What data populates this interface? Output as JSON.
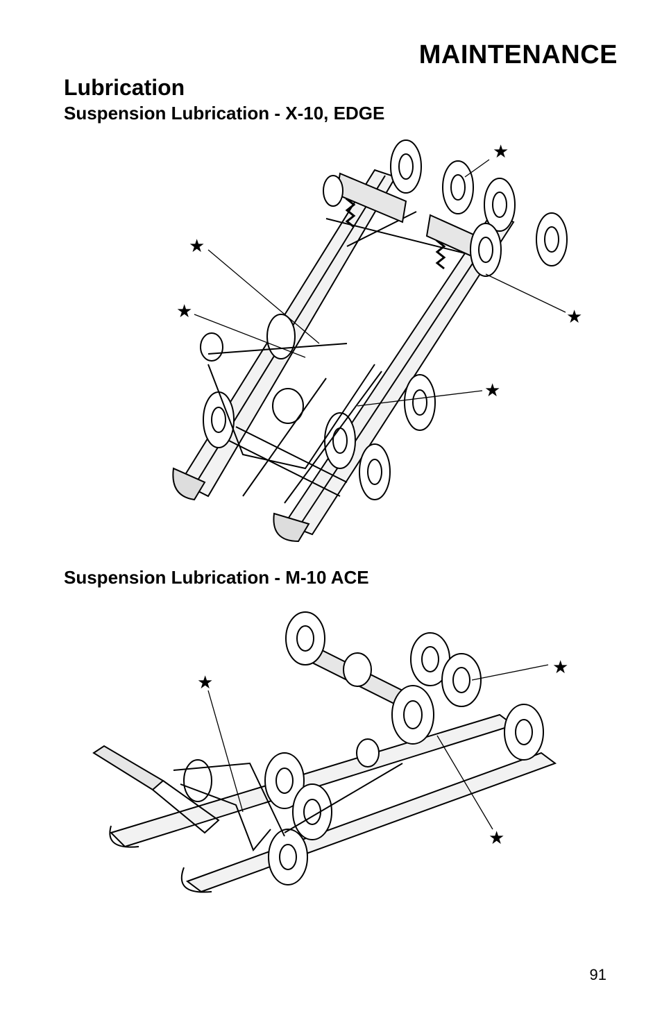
{
  "header": {
    "section_title": "MAINTENANCE"
  },
  "content": {
    "heading": "Lubrication",
    "subheading_1": "Suspension Lubrication - X-10, EDGE",
    "subheading_2": "Suspension Lubrication - M-10 ACE"
  },
  "figures": {
    "figure_1": {
      "subject": "X-10 / EDGE rear suspension",
      "lube_point_count": 5,
      "marker_glyph": "★"
    },
    "figure_2": {
      "subject": "M-10 ACE rear suspension",
      "lube_point_count": 3,
      "marker_glyph": "★"
    }
  },
  "footer": {
    "page_number": "91"
  }
}
